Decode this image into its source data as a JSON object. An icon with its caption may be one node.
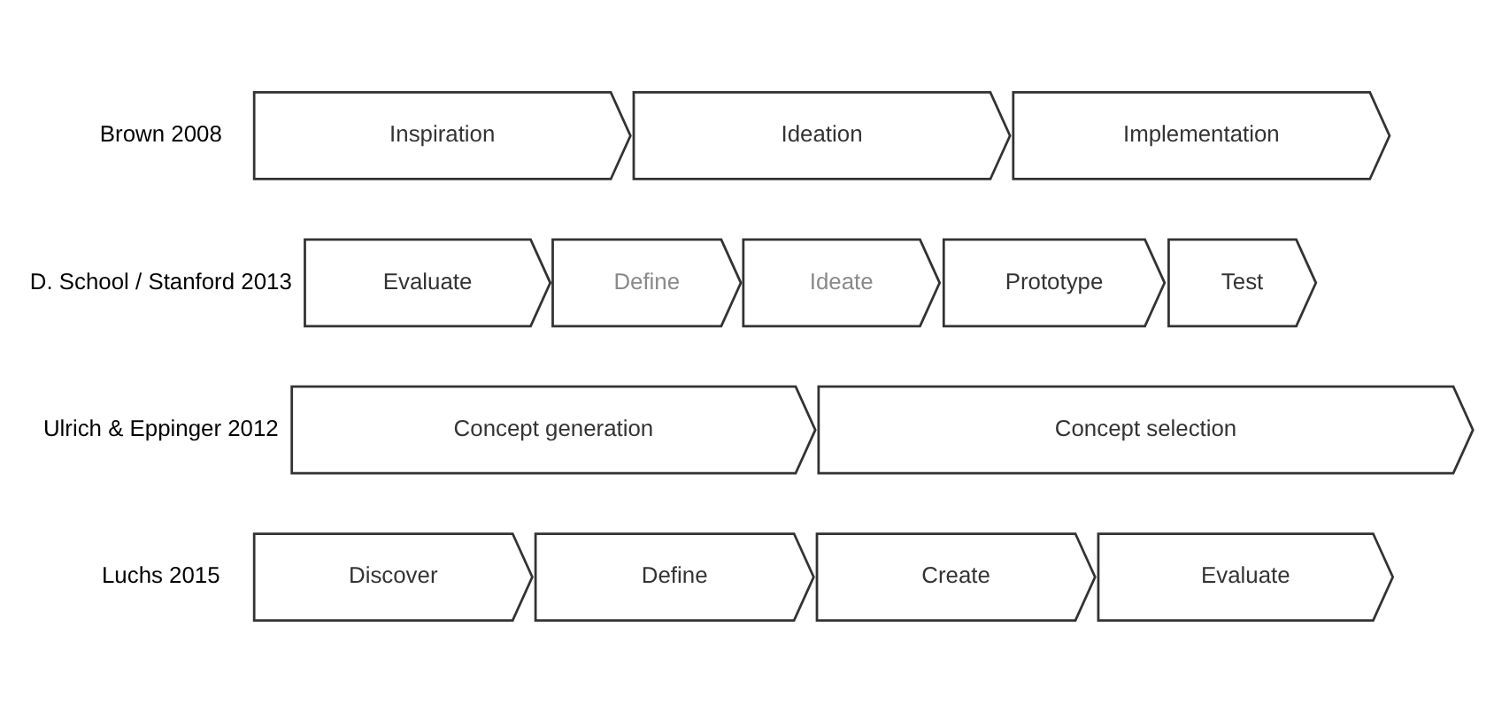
{
  "diagram": {
    "nodes": [
      {
        "text": [
          "Inspiration"
        ]
      },
      {
        "text": [
          "Ideation"
        ]
      },
      {
        "text": [
          "Implementation"
        ]
      },
      {
        "text": [
          "Evaluate"
        ]
      },
      {
        "text": [
          "Define"
        ]
      },
      {
        "text": [
          "Ideate"
        ]
      },
      {
        "text": [
          "Prototype"
        ]
      },
      {
        "text": [
          "Test"
        ]
      },
      {
        "text": [
          "Concept generation"
        ]
      },
      {
        "text": [
          "Concept selection"
        ]
      },
      {
        "text": [
          "Discover"
        ]
      },
      {
        "text": [
          "Define"
        ]
      },
      {
        "text": [
          "Create"
        ]
      },
      {
        "text": [
          "Evaluate"
        ]
      }
    ],
    "edges": [],
    "labels": [
      "Brown 2008",
      "D. School / Stanford 2013",
      "Ulrich & Eppinger 2012",
      "Luchs 2015"
    ]
  }
}
